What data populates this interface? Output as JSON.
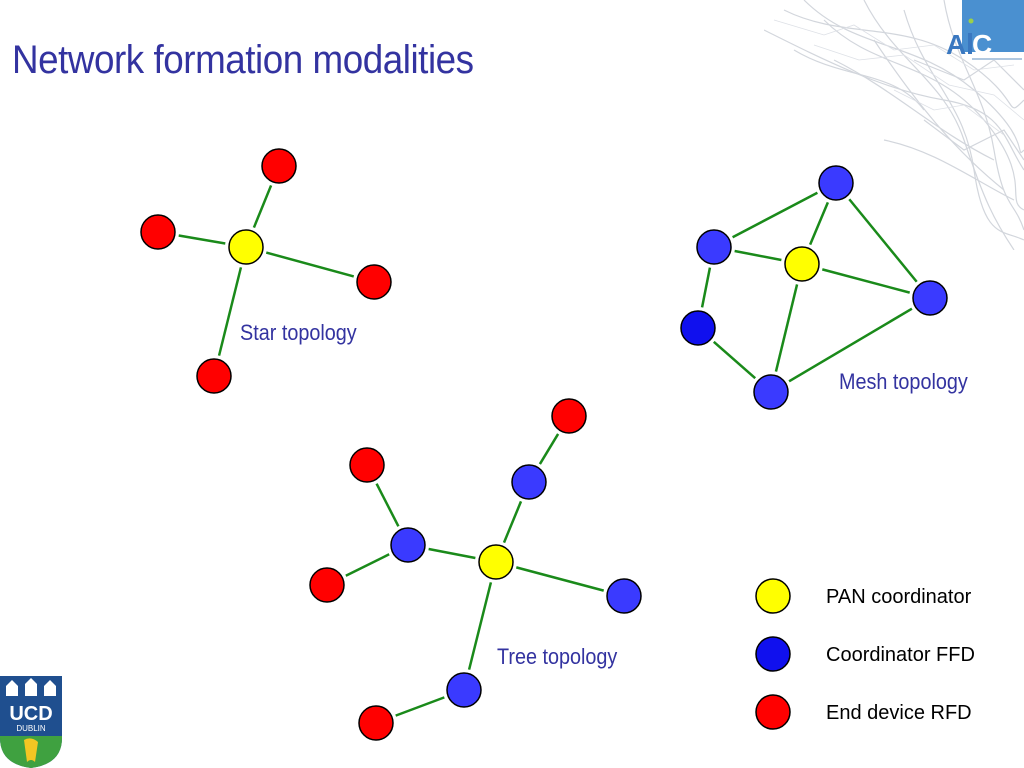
{
  "title": "Network formation modalities",
  "colors": {
    "pan": "#ffff00",
    "ffd": "#3a3aff",
    "ffd_dark": "#1010ee",
    "rfd": "#ff0000",
    "link": "#1a8a1a",
    "title": "#3333a0"
  },
  "topologies": {
    "star": {
      "label": "Star topology"
    },
    "mesh": {
      "label": "Mesh topology"
    },
    "tree": {
      "label": "Tree topology"
    }
  },
  "legend": [
    {
      "type": "pan",
      "label": "PAN coordinator"
    },
    {
      "type": "ffd",
      "label": "Coordinator FFD"
    },
    {
      "type": "rfd",
      "label": "End device RFD"
    }
  ],
  "logos": {
    "aic": "AIC",
    "ucd": "UCD",
    "ucd_sub": "DUBLIN"
  }
}
